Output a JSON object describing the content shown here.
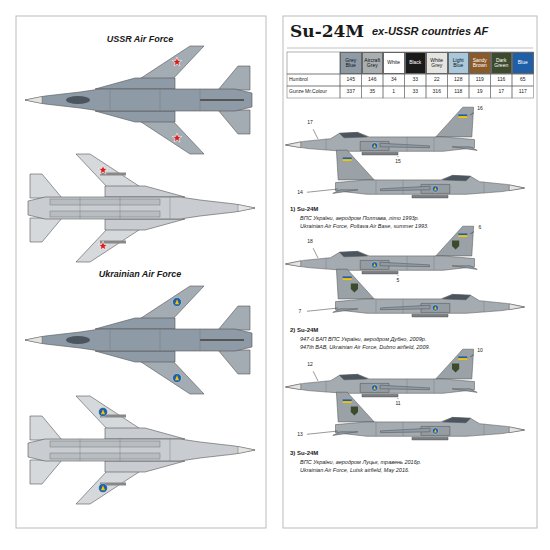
{
  "diagram": {
    "title": "Su-24M",
    "labels": [
      "ex-USSR countries AF",
      "USSR Air Force",
      "Ukrainian Air Force",
      "Humbrol",
      "145",
      "146",
      "34",
      "33",
      "22",
      "128",
      "119",
      "116",
      "65",
      "Gunze Mr.Colour",
      "337",
      "35",
      "1",
      "33",
      "316",
      "118",
      "19",
      "17",
      "117",
      "1) Su-24M",
      "ВПС України, аеродром Полтава, літо 1993р.",
      "Ukrainian Air Force, Poltava Air Base, summer 1993.",
      "2) Su-24M",
      "947-й БАП ВПС України, аеродром Дубно, 2009р.",
      "947th BAB, Ukrainian Air Force, Dubno airfield, 2009.",
      "3) Su-24M",
      "ВПС України, аеродром Луцьк, травень 2016р.",
      "Ukrainian Air Force, Lutsk airfield, May 2016.",
      "17",
      "16",
      "15",
      "14",
      "18",
      "6",
      "5",
      "7",
      "12",
      "10",
      "11",
      "13"
    ],
    "legend": [
      {
        "text": "Grey Blue",
        "color": "#8e9aa6"
      },
      {
        "text": "Aircraft Grey",
        "color": "#a9aeb1"
      },
      {
        "text": "White",
        "color": "#ffffff"
      },
      {
        "text": "Black",
        "color": "#1a1a1a"
      },
      {
        "text": "White Grey",
        "color": "#e4e4e0"
      },
      {
        "text": "Light Blue",
        "color": "#a9c8dc"
      },
      {
        "text": "Sandy Brown",
        "color": "#8b5a2b"
      },
      {
        "text": "Dark Green",
        "color": "#3d4a2c"
      },
      {
        "text": "Blue",
        "color": "#1f5fa8"
      }
    ]
  }
}
